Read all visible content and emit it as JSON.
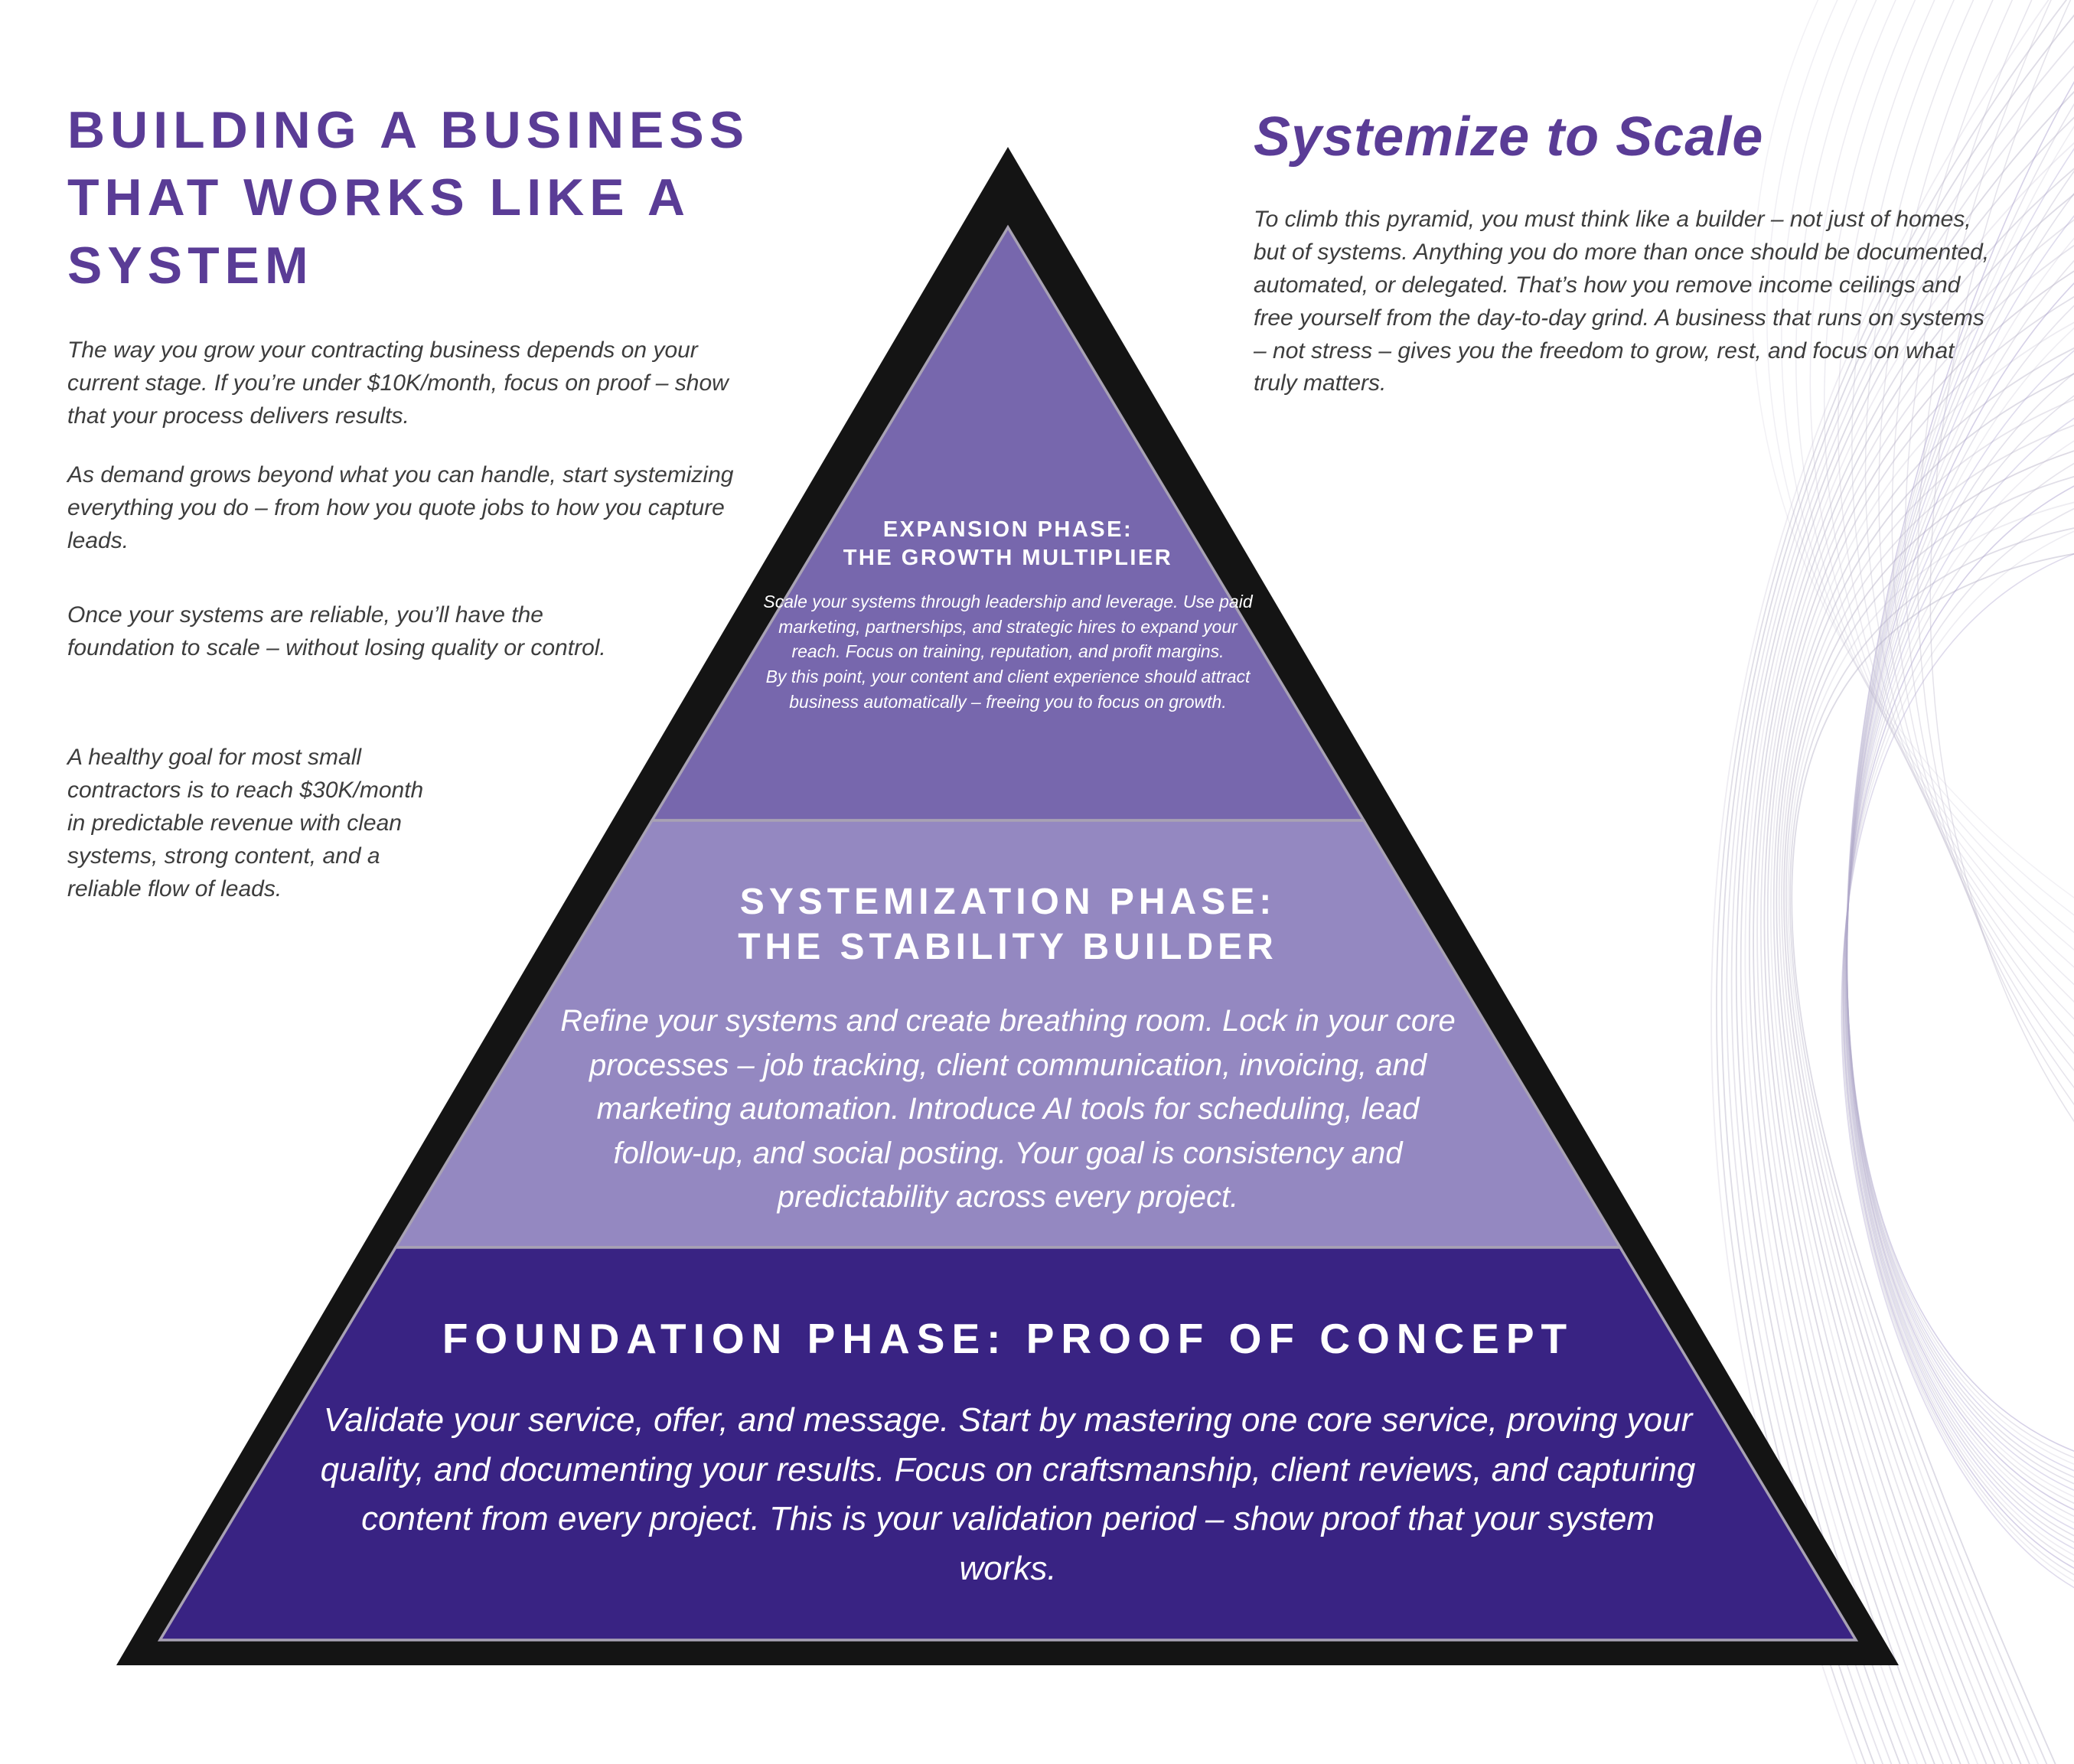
{
  "left_column": {
    "title": "BUILDING A BUSINESS THAT WORKS LIKE A SYSTEM",
    "paragraphs": [
      "The way you grow your contracting business depends on your current stage. If you’re under $10K/month, focus on proof – show that your process delivers results.",
      "As demand grows beyond what you can handle, start systemizing everything you do – from how you quote jobs to how you capture leads.",
      "Once your systems are reliable, you’ll have the foundation to scale – without losing quality or control.",
      "A healthy goal for most small contractors is to reach $30K/month in predictable revenue with clean systems, strong content, and a reliable flow of leads."
    ]
  },
  "right_column": {
    "title": "Systemize to Scale",
    "paragraph": "To climb this pyramid, you must think like a builder – not just of homes, but of systems. Anything you do more than once should be documented, automated, or delegated. That’s how you remove income ceilings and free yourself from the day-to-day grind. A business that runs on systems – not stress – gives you the freedom to grow, rest, and focus on what truly matters."
  },
  "pyramid": {
    "tiers": [
      {
        "id": "expansion",
        "heading_line1": "EXPANSION PHASE:",
        "heading_line2": "THE GROWTH MULTIPLIER",
        "body": [
          "Scale your systems through leadership and leverage. Use paid marketing, partnerships, and strategic hires to expand your reach. Focus on training, reputation, and profit margins.",
          "By this point, your content and client experience should attract business automatically – freeing you to focus on growth."
        ],
        "fill": "#7767ad"
      },
      {
        "id": "systemization",
        "heading_line1": "SYSTEMIZATION PHASE:",
        "heading_line2": "THE STABILITY BUILDER",
        "body": [
          "Refine your systems and create breathing room. Lock in your core processes – job tracking, client communication, invoicing, and marketing automation. Introduce AI tools for scheduling, lead follow-up, and social posting. Your goal is consistency and predictability across every project."
        ],
        "fill": "#9488c1"
      },
      {
        "id": "foundation",
        "heading_line1": "FOUNDATION PHASE: PROOF OF CONCEPT",
        "body": [
          "Validate your service, offer, and message. Start by mastering one core service, proving your quality, and documenting your results. Focus on craftsmanship, client reviews, and capturing content from every project. This is your validation period – show proof that your system works."
        ],
        "fill": "#392383"
      }
    ]
  },
  "colors": {
    "accent_purple": "#5a3c96",
    "body_text": "#3d3d3d",
    "tier_expansion": "#7767ad",
    "tier_systemization": "#9488c1",
    "tier_foundation": "#392383",
    "pyramid_border": "#141414",
    "tier_outline": "#a8a2b4",
    "tier_text": "#ffffff",
    "decoration_line": "#bcb7cb"
  }
}
